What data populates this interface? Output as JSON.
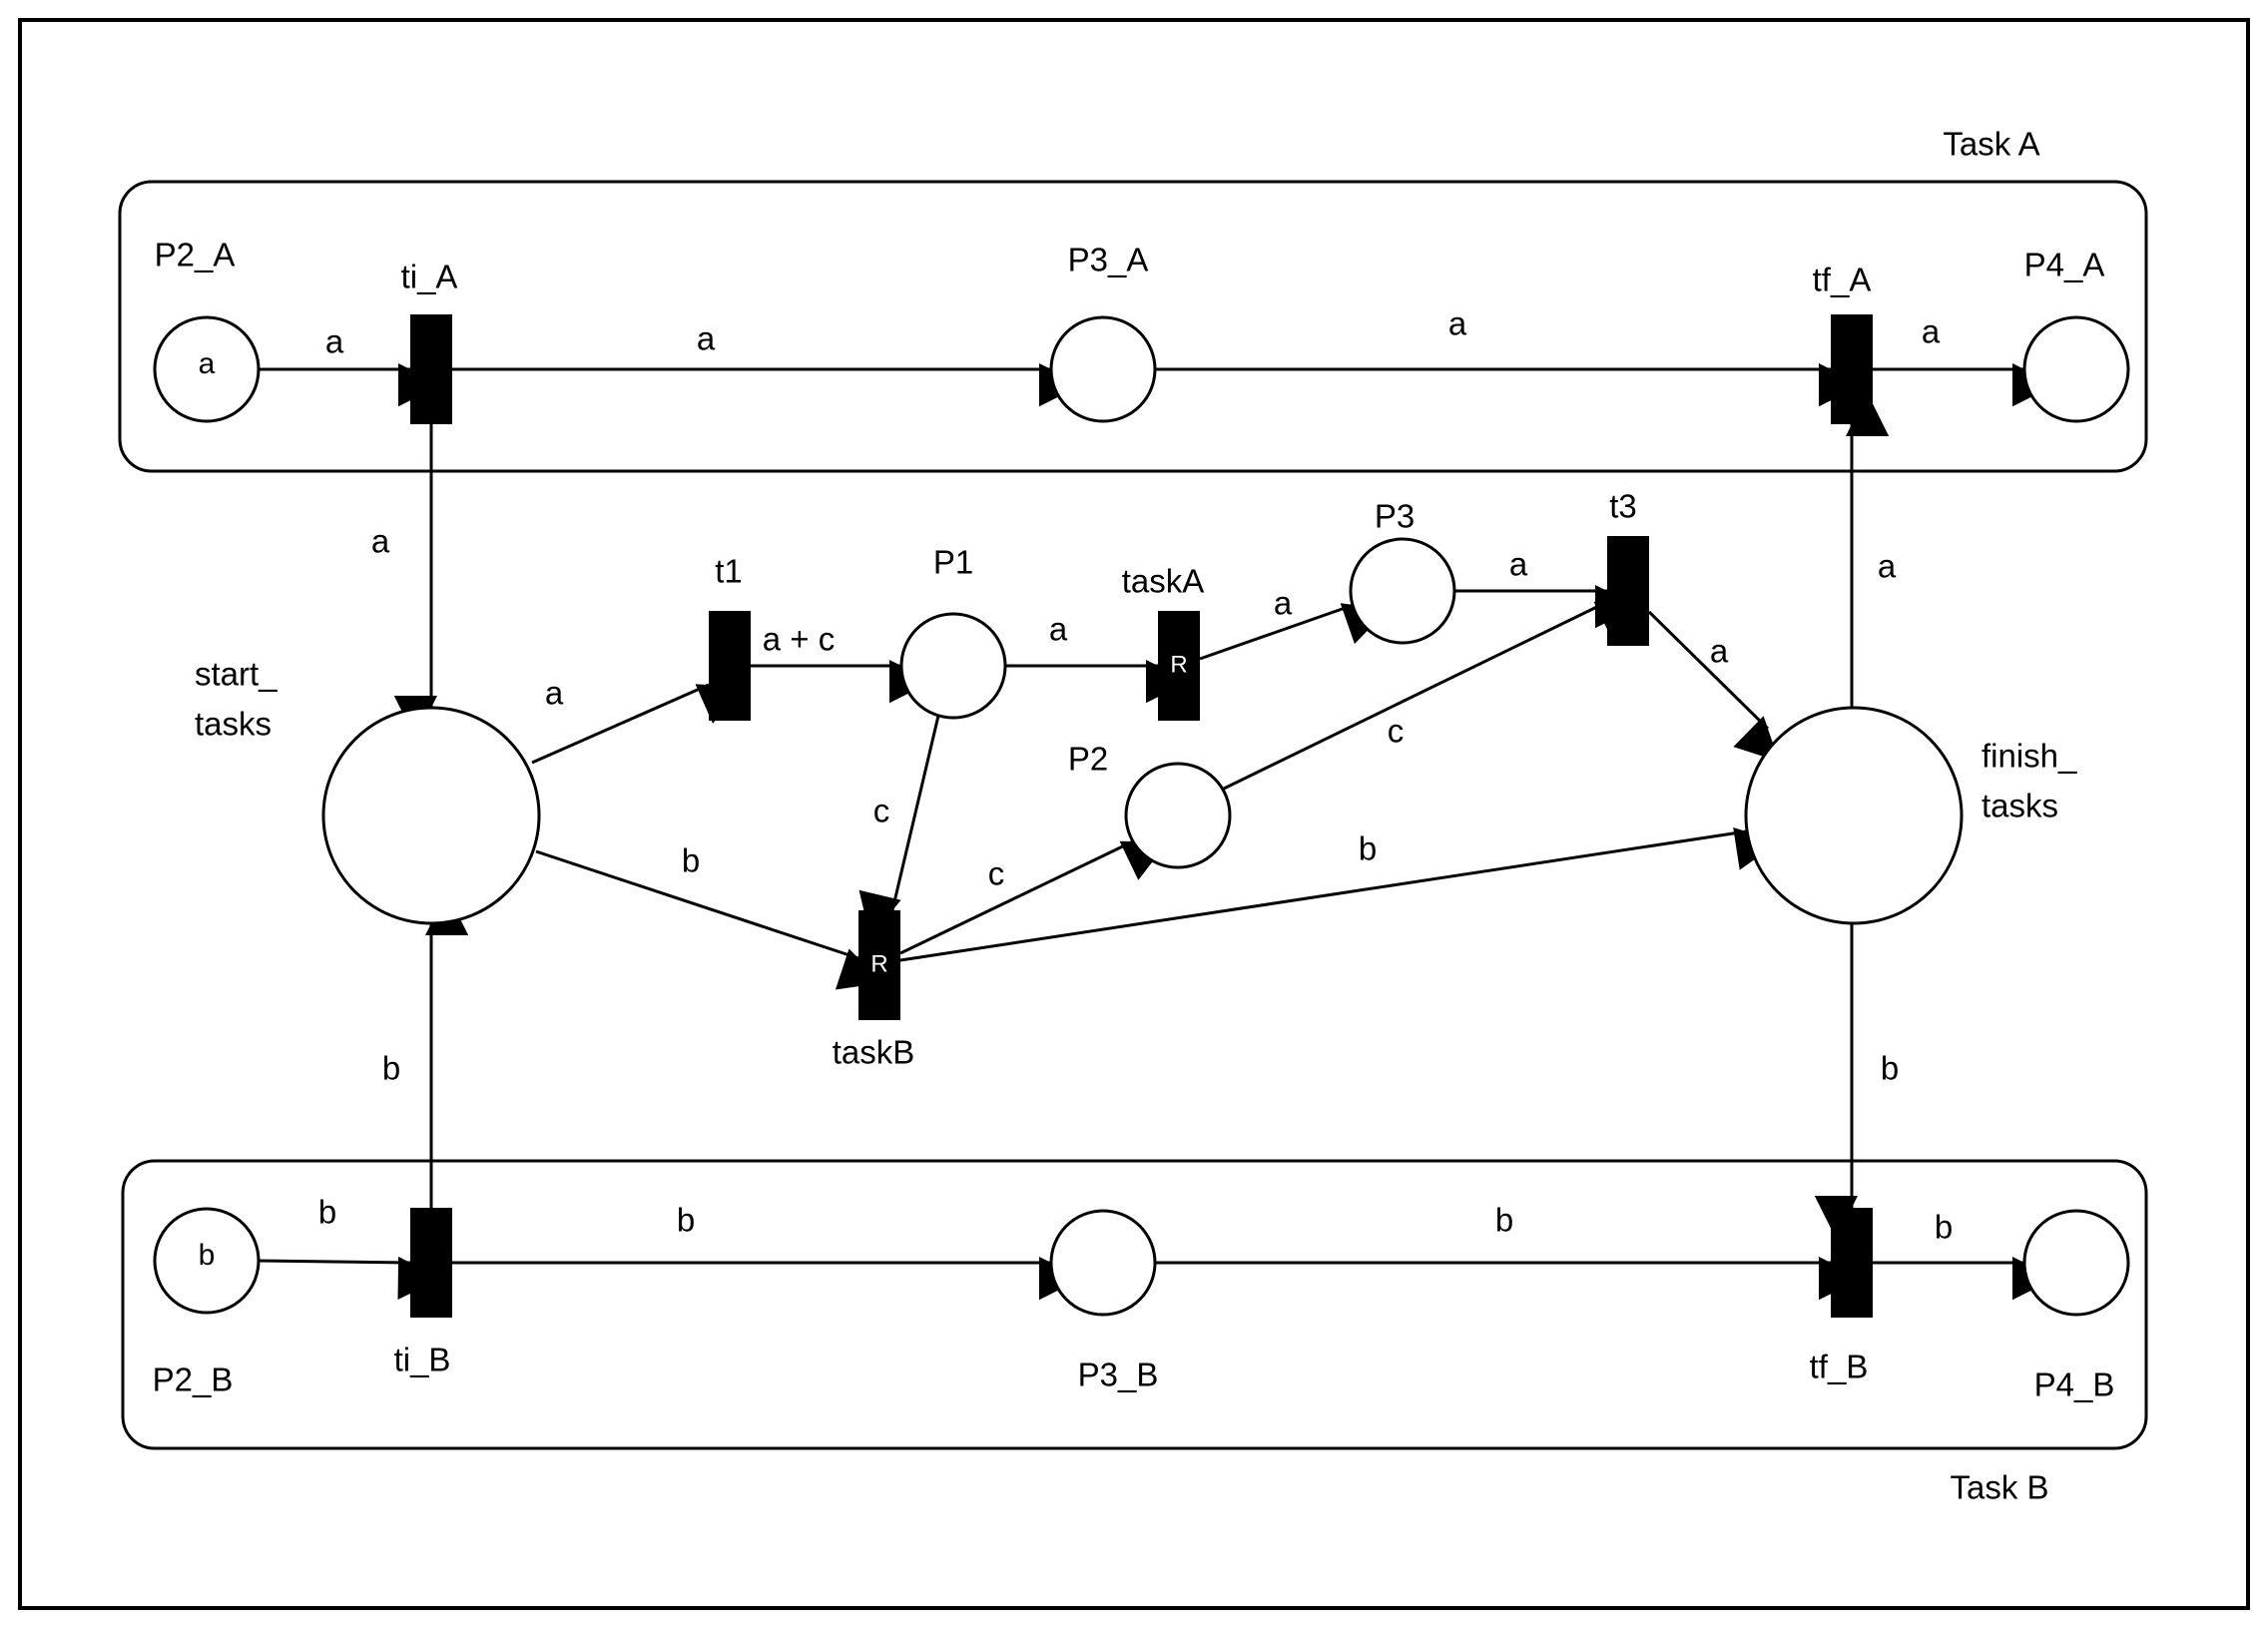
{
  "groups": [
    {
      "id": "taskA",
      "label": "Task A"
    },
    {
      "id": "taskB",
      "label": "Task B"
    }
  ],
  "places": [
    {
      "id": "P2_A",
      "label": "P2_A",
      "token": "a"
    },
    {
      "id": "P3_A",
      "label": "P3_A",
      "token": ""
    },
    {
      "id": "P4_A",
      "label": "P4_A",
      "token": ""
    },
    {
      "id": "P2_B",
      "label": "P2_B",
      "token": "b"
    },
    {
      "id": "P3_B",
      "label": "P3_B",
      "token": ""
    },
    {
      "id": "P4_B",
      "label": "P4_B",
      "token": ""
    },
    {
      "id": "start",
      "label": [
        "start_",
        "tasks"
      ],
      "token": ""
    },
    {
      "id": "finish",
      "label": [
        "finish_",
        "tasks"
      ],
      "token": ""
    },
    {
      "id": "P1",
      "label": "P1",
      "token": ""
    },
    {
      "id": "P2",
      "label": "P2",
      "token": ""
    },
    {
      "id": "P3",
      "label": "P3",
      "token": ""
    }
  ],
  "transitions": [
    {
      "id": "ti_A",
      "label": "ti_A",
      "resource": ""
    },
    {
      "id": "tf_A",
      "label": "tf_A",
      "resource": ""
    },
    {
      "id": "ti_B",
      "label": "ti_B",
      "resource": ""
    },
    {
      "id": "tf_B",
      "label": "tf_B",
      "resource": ""
    },
    {
      "id": "t1",
      "label": "t1",
      "resource": ""
    },
    {
      "id": "taskA",
      "label": "taskA",
      "resource": "R"
    },
    {
      "id": "taskB",
      "label": "taskB",
      "resource": "R"
    },
    {
      "id": "t3",
      "label": "t3",
      "resource": ""
    }
  ],
  "arcs": [
    {
      "from": "P2_A",
      "to": "ti_A",
      "label": "a"
    },
    {
      "from": "ti_A",
      "to": "P3_A",
      "label": "a"
    },
    {
      "from": "P3_A",
      "to": "tf_A",
      "label": "a"
    },
    {
      "from": "tf_A",
      "to": "P4_A",
      "label": "a"
    },
    {
      "from": "ti_A",
      "to": "start",
      "label": "a"
    },
    {
      "from": "finish",
      "to": "tf_A",
      "label": "a"
    },
    {
      "from": "P2_B",
      "to": "ti_B",
      "label": "b"
    },
    {
      "from": "ti_B",
      "to": "P3_B",
      "label": "b"
    },
    {
      "from": "P3_B",
      "to": "tf_B",
      "label": "b"
    },
    {
      "from": "tf_B",
      "to": "P4_B",
      "label": "b"
    },
    {
      "from": "ti_B",
      "to": "start",
      "label": "b"
    },
    {
      "from": "finish",
      "to": "tf_B",
      "label": "b"
    },
    {
      "from": "start",
      "to": "t1",
      "label": "a"
    },
    {
      "from": "t1",
      "to": "P1",
      "label": "a + c"
    },
    {
      "from": "P1",
      "to": "taskA",
      "label": "a"
    },
    {
      "from": "taskA",
      "to": "P3",
      "label": "a"
    },
    {
      "from": "P3",
      "to": "t3",
      "label": "a"
    },
    {
      "from": "t3",
      "to": "finish",
      "label": "a"
    },
    {
      "from": "P1",
      "to": "taskB",
      "label": "c"
    },
    {
      "from": "start",
      "to": "taskB",
      "label": "b"
    },
    {
      "from": "taskB",
      "to": "P2",
      "label": "c"
    },
    {
      "from": "P2",
      "to": "t3",
      "label": "c"
    },
    {
      "from": "taskB",
      "to": "finish",
      "label": "b"
    }
  ]
}
